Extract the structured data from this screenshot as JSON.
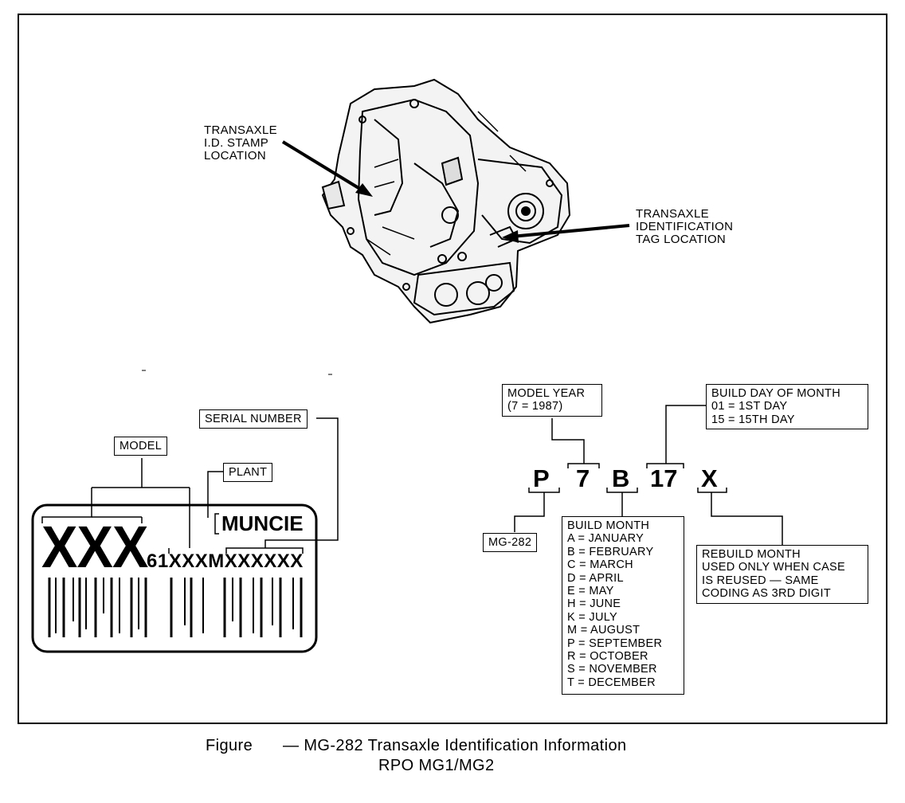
{
  "callouts": {
    "id_stamp": [
      "TRANSAXLE",
      "I.D. STAMP",
      "LOCATION"
    ],
    "id_tag": [
      "TRANSAXLE",
      "IDENTIFICATION",
      "TAG LOCATION"
    ]
  },
  "tag_labels": {
    "serial_number": "SERIAL NUMBER",
    "model": "MODEL",
    "plant": "PLANT"
  },
  "tag": {
    "model_code": "XXX",
    "plant_name": "MUNCIE",
    "serial_prefix": "61XXXMXXXXXX"
  },
  "code_chars": [
    "P",
    "7",
    "B",
    "17",
    "X"
  ],
  "model_year": [
    "MODEL YEAR",
    "(7 = 1987)"
  ],
  "build_day": [
    "BUILD DAY OF MONTH",
    "01 = 1ST DAY",
    "15 = 15TH DAY"
  ],
  "model_box": "MG-282",
  "build_month": {
    "title": "BUILD MONTH",
    "entries": [
      "A = JANUARY",
      "B = FEBRUARY",
      "C = MARCH",
      "D = APRIL",
      "E = MAY",
      "H = JUNE",
      "K = JULY",
      "M = AUGUST",
      "P = SEPTEMBER",
      "R = OCTOBER",
      "S = NOVEMBER",
      "T = DECEMBER"
    ]
  },
  "rebuild_month": [
    "REBUILD MONTH",
    "USED ONLY WHEN CASE",
    "IS REUSED — SAME",
    "CODING AS 3RD DIGIT"
  ],
  "caption": {
    "label": "Figure",
    "title": "— MG-282 Transaxle Identification Information",
    "subtitle": "RPO MG1/MG2"
  }
}
